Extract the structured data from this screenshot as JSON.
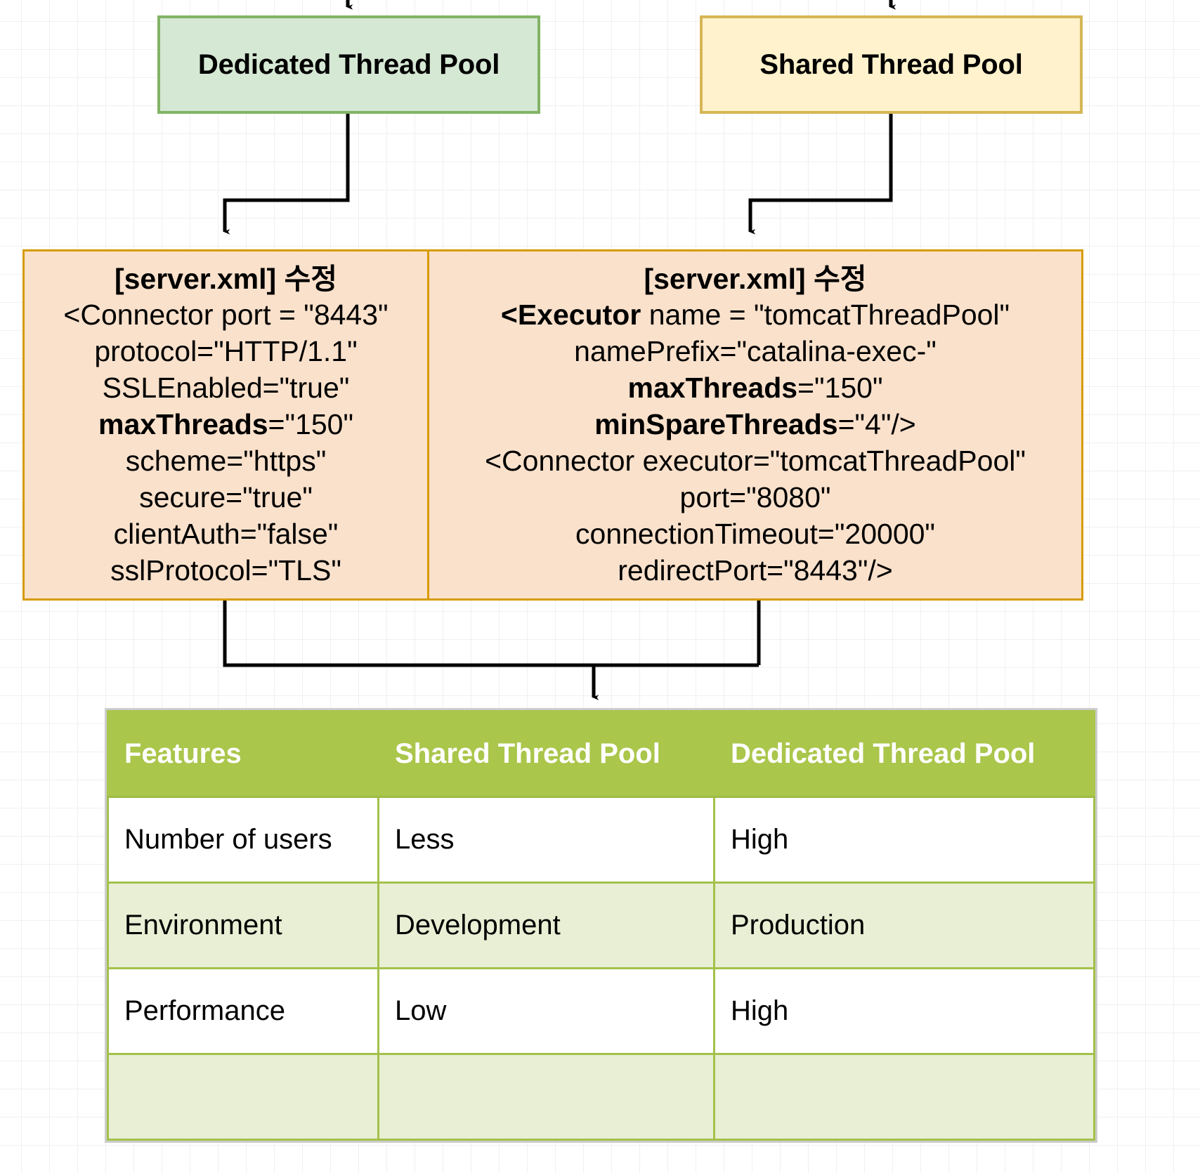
{
  "diagram": {
    "title_nodes": {
      "dedicated_pool": "Dedicated Thread Pool",
      "shared_pool": "Shared Thread Pool"
    },
    "code_left": {
      "title": "[server.xml] 수정",
      "lines": [
        "<Connector port = \"8443\"",
        "protocol=\"HTTP/1.1\"",
        "SSLEnabled=\"true\"",
        "maxThreads=\"150\"",
        "scheme=\"https\"",
        "secure=\"true\"",
        "clientAuth=\"false\"",
        "sslProtocol=\"TLS\""
      ],
      "bold_segments": [
        "maxThreads"
      ]
    },
    "code_right": {
      "title": "[server.xml] 수정",
      "lines": [
        "<Executor name = \"tomcatThreadPool\"",
        "namePrefix=\"catalina-exec-\"",
        "maxThreads=\"150\"",
        "minSpareThreads=\"4\"/>",
        "<Connector executor=\"tomcatThreadPool\"",
        "port=\"8080\"",
        "connectionTimeout=\"20000\"",
        "redirectPort=\"8443\"/>"
      ],
      "bold_segments": [
        "<Executor",
        "maxThreads",
        "minSpareThreads"
      ]
    },
    "table": {
      "headers": [
        "Features",
        "Shared Thread Pool",
        "Dedicated Thread Pool"
      ],
      "rows": [
        [
          "Number of users",
          "Less",
          "High"
        ],
        [
          "Environment",
          "Development",
          "Production"
        ],
        [
          "Performance",
          "Low",
          "High"
        ],
        [
          "",
          "",
          ""
        ]
      ]
    },
    "colors": {
      "dedicated_fill": "#d5e8d4",
      "dedicated_stroke": "#82b366",
      "shared_fill": "#fff2cc",
      "shared_stroke": "#d6b656",
      "code_fill": "#fae1cb",
      "code_stroke": "#d79b00",
      "table_header_fill": "#aac64b",
      "table_alt_row_fill": "#e8efd4",
      "connector_stroke": "#000000"
    }
  }
}
